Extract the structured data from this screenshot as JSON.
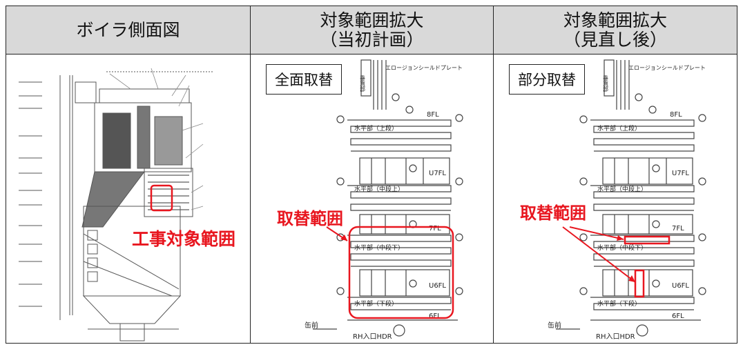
{
  "headers": {
    "col1": "ボイラ側面図",
    "col2_line1": "対象範囲拡大",
    "col2_line2": "（当初計画）",
    "col3_line1": "対象範囲拡大",
    "col3_line2": "（見直し後）"
  },
  "col1": {
    "callout": "工事対象範囲"
  },
  "col2": {
    "box_label": "全面取替",
    "callout": "取替範囲",
    "top_tag": "エロージョンシールドプレート",
    "levels": [
      "8FL",
      "U7FL",
      "7FL",
      "U6FL",
      "6FL"
    ],
    "sections": [
      "水平部（上段）",
      "水平部（中段上）",
      "水平部（中段下）",
      "水平部（下段）"
    ],
    "bottom_left": "缶前",
    "bottom_title": "RH入口HDR",
    "side_tag": "垂直部"
  },
  "col3": {
    "box_label": "部分取替",
    "callout": "取替範囲",
    "top_tag": "エロージョンシールドプレート",
    "levels": [
      "8FL",
      "U7FL",
      "7FL",
      "U6FL",
      "6FL"
    ],
    "sections": [
      "水平部（上段）",
      "水平部（中段上）",
      "水平部（中段下）",
      "水平部（下段）"
    ],
    "bottom_left": "缶前",
    "bottom_title": "RH入口HDR",
    "side_tag": "垂直部"
  },
  "colors": {
    "highlight": "#e8161f",
    "header_bg": "#d9d9d9",
    "line": "#333333"
  }
}
